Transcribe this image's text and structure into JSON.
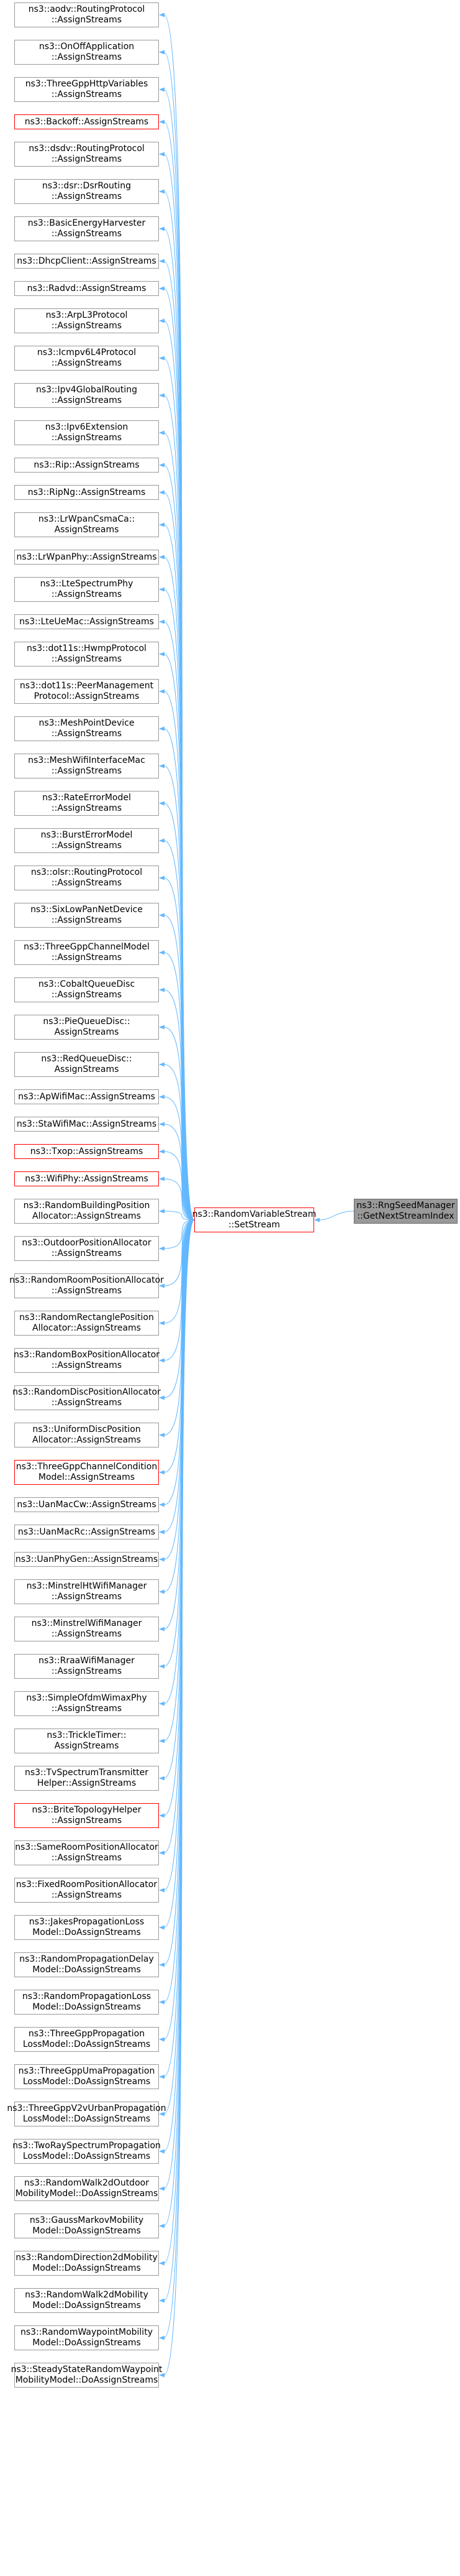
{
  "colors": {
    "edge": "#63b8ff",
    "border": "#999999",
    "red_border": "#ff0000",
    "target_fill": "#999999"
  },
  "target": {
    "label": "ns3::RngSeedManager\n::GetNextStreamIndex"
  },
  "center": {
    "label": "ns3::RandomVariableStream\n::SetStream"
  },
  "callers": [
    {
      "label": "ns3::aodv::RoutingProtocol\n::AssignStreams",
      "red": false
    },
    {
      "label": "ns3::OnOffApplication\n::AssignStreams",
      "red": false
    },
    {
      "label": "ns3::ThreeGppHttpVariables\n::AssignStreams",
      "red": false
    },
    {
      "label": "ns3::Backoff::AssignStreams",
      "red": true
    },
    {
      "label": "ns3::dsdv::RoutingProtocol\n::AssignStreams",
      "red": false
    },
    {
      "label": "ns3::dsr::DsrRouting\n::AssignStreams",
      "red": false
    },
    {
      "label": "ns3::BasicEnergyHarvester\n::AssignStreams",
      "red": false
    },
    {
      "label": "ns3::DhcpClient::AssignStreams",
      "red": false
    },
    {
      "label": "ns3::Radvd::AssignStreams",
      "red": false
    },
    {
      "label": "ns3::ArpL3Protocol\n::AssignStreams",
      "red": false
    },
    {
      "label": "ns3::Icmpv6L4Protocol\n::AssignStreams",
      "red": false
    },
    {
      "label": "ns3::Ipv4GlobalRouting\n::AssignStreams",
      "red": false
    },
    {
      "label": "ns3::Ipv6Extension\n::AssignStreams",
      "red": false
    },
    {
      "label": "ns3::Rip::AssignStreams",
      "red": false
    },
    {
      "label": "ns3::RipNg::AssignStreams",
      "red": false
    },
    {
      "label": "ns3::LrWpanCsmaCa::\nAssignStreams",
      "red": false
    },
    {
      "label": "ns3::LrWpanPhy::AssignStreams",
      "red": false
    },
    {
      "label": "ns3::LteSpectrumPhy\n::AssignStreams",
      "red": false
    },
    {
      "label": "ns3::LteUeMac::AssignStreams",
      "red": false
    },
    {
      "label": "ns3::dot11s::HwmpProtocol\n::AssignStreams",
      "red": false
    },
    {
      "label": "ns3::dot11s::PeerManagement\nProtocol::AssignStreams",
      "red": false
    },
    {
      "label": "ns3::MeshPointDevice\n::AssignStreams",
      "red": false
    },
    {
      "label": "ns3::MeshWifiInterfaceMac\n::AssignStreams",
      "red": false
    },
    {
      "label": "ns3::RateErrorModel\n::AssignStreams",
      "red": false
    },
    {
      "label": "ns3::BurstErrorModel\n::AssignStreams",
      "red": false
    },
    {
      "label": "ns3::olsr::RoutingProtocol\n::AssignStreams",
      "red": false
    },
    {
      "label": "ns3::SixLowPanNetDevice\n::AssignStreams",
      "red": false
    },
    {
      "label": "ns3::ThreeGppChannelModel\n::AssignStreams",
      "red": false
    },
    {
      "label": "ns3::CobaltQueueDisc\n::AssignStreams",
      "red": false
    },
    {
      "label": "ns3::PieQueueDisc::\nAssignStreams",
      "red": false
    },
    {
      "label": "ns3::RedQueueDisc::\nAssignStreams",
      "red": false
    },
    {
      "label": "ns3::ApWifiMac::AssignStreams",
      "red": false
    },
    {
      "label": "ns3::StaWifiMac::AssignStreams",
      "red": false
    },
    {
      "label": "ns3::Txop::AssignStreams",
      "red": true
    },
    {
      "label": "ns3::WifiPhy::AssignStreams",
      "red": true
    },
    {
      "label": "ns3::RandomBuildingPosition\nAllocator::AssignStreams",
      "red": false
    },
    {
      "label": "ns3::OutdoorPositionAllocator\n::AssignStreams",
      "red": false
    },
    {
      "label": "ns3::RandomRoomPositionAllocator\n::AssignStreams",
      "red": false
    },
    {
      "label": "ns3::RandomRectanglePosition\nAllocator::AssignStreams",
      "red": false
    },
    {
      "label": "ns3::RandomBoxPositionAllocator\n::AssignStreams",
      "red": false
    },
    {
      "label": "ns3::RandomDiscPositionAllocator\n::AssignStreams",
      "red": false
    },
    {
      "label": "ns3::UniformDiscPosition\nAllocator::AssignStreams",
      "red": false
    },
    {
      "label": "ns3::ThreeGppChannelCondition\nModel::AssignStreams",
      "red": true
    },
    {
      "label": "ns3::UanMacCw::AssignStreams",
      "red": false
    },
    {
      "label": "ns3::UanMacRc::AssignStreams",
      "red": false
    },
    {
      "label": "ns3::UanPhyGen::AssignStreams",
      "red": false
    },
    {
      "label": "ns3::MinstrelHtWifiManager\n::AssignStreams",
      "red": false
    },
    {
      "label": "ns3::MinstrelWifiManager\n::AssignStreams",
      "red": false
    },
    {
      "label": "ns3::RraaWifiManager\n::AssignStreams",
      "red": false
    },
    {
      "label": "ns3::SimpleOfdmWimaxPhy\n::AssignStreams",
      "red": false
    },
    {
      "label": "ns3::TrickleTimer::\nAssignStreams",
      "red": false
    },
    {
      "label": "ns3::TvSpectrumTransmitter\nHelper::AssignStreams",
      "red": false
    },
    {
      "label": "ns3::BriteTopologyHelper\n::AssignStreams",
      "red": true
    },
    {
      "label": "ns3::SameRoomPositionAllocator\n::AssignStreams",
      "red": false
    },
    {
      "label": "ns3::FixedRoomPositionAllocator\n::AssignStreams",
      "red": false
    },
    {
      "label": "ns3::JakesPropagationLoss\nModel::DoAssignStreams",
      "red": false
    },
    {
      "label": "ns3::RandomPropagationDelay\nModel::DoAssignStreams",
      "red": false
    },
    {
      "label": "ns3::RandomPropagationLoss\nModel::DoAssignStreams",
      "red": false
    },
    {
      "label": "ns3::ThreeGppPropagation\nLossModel::DoAssignStreams",
      "red": false
    },
    {
      "label": "ns3::ThreeGppUmaPropagation\nLossModel::DoAssignStreams",
      "red": false
    },
    {
      "label": "ns3::ThreeGppV2vUrbanPropagation\nLossModel::DoAssignStreams",
      "red": false
    },
    {
      "label": "ns3::TwoRaySpectrumPropagation\nLossModel::DoAssignStreams",
      "red": false
    },
    {
      "label": "ns3::RandomWalk2dOutdoor\nMobilityModel::DoAssignStreams",
      "red": false
    },
    {
      "label": "ns3::GaussMarkovMobility\nModel::DoAssignStreams",
      "red": false
    },
    {
      "label": "ns3::RandomDirection2dMobility\nModel::DoAssignStreams",
      "red": false
    },
    {
      "label": "ns3::RandomWalk2dMobility\nModel::DoAssignStreams",
      "red": false
    },
    {
      "label": "ns3::RandomWaypointMobility\nModel::DoAssignStreams",
      "red": false
    },
    {
      "label": "ns3::SteadyStateRandomWaypoint\nMobilityModel::DoAssignStreams",
      "red": false
    }
  ]
}
